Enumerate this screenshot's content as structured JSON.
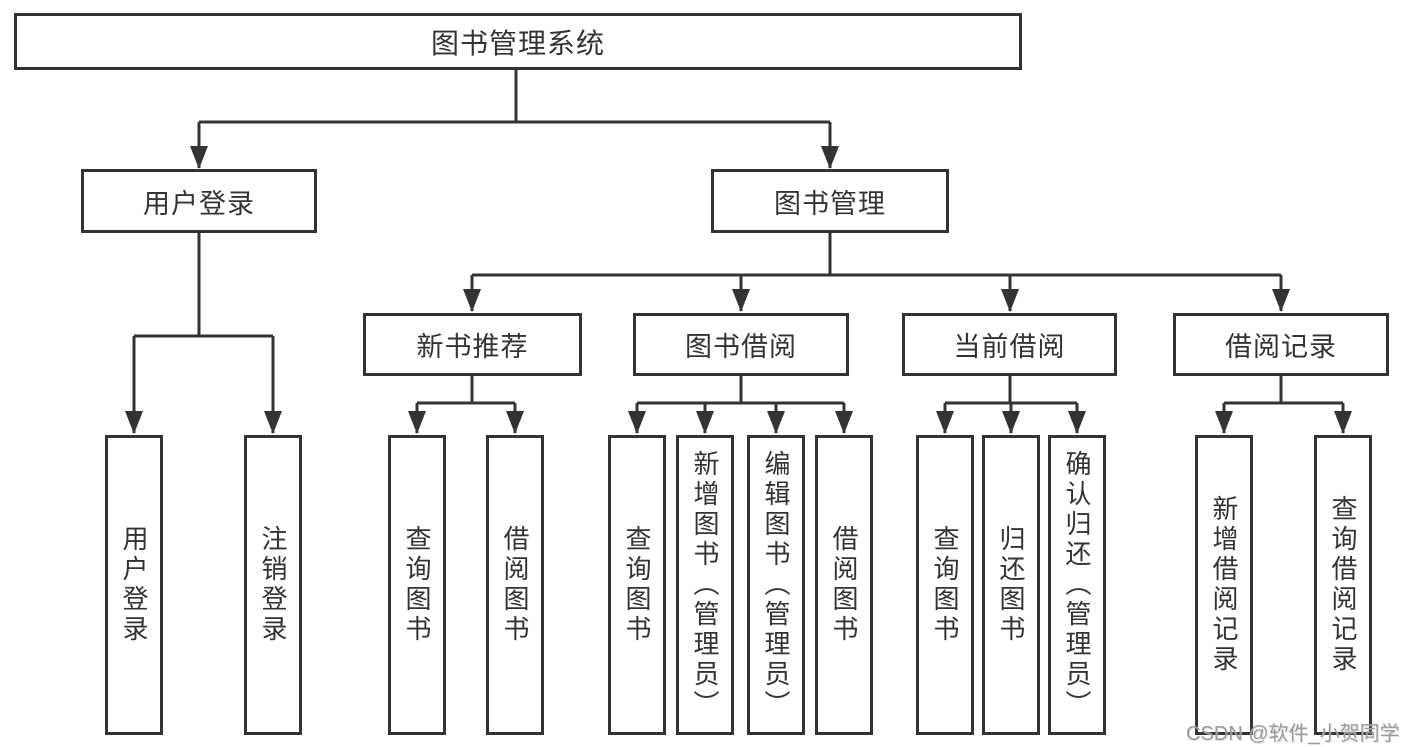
{
  "diagram": {
    "root": "图书管理系统",
    "level2": [
      "用户登录",
      "图书管理"
    ],
    "level3": [
      "新书推荐",
      "图书借阅",
      "当前借阅",
      "借阅记录"
    ],
    "leaves": {
      "user_login": [
        "用户登录",
        "注销登录"
      ],
      "new_book": [
        "查询图书",
        "借阅图书"
      ],
      "book_borrow": [
        "查询图书",
        "新增图书（管理员）",
        "编辑图书（管理员）",
        "借阅图书"
      ],
      "current_borrow": [
        "查询图书",
        "归还图书",
        "确认归还（管理员）"
      ],
      "borrow_records": [
        "新增借阅记录",
        "查询借阅记录"
      ]
    },
    "watermark": "CSDN @软件_小贺同学",
    "colors": {
      "line": "#333333",
      "text": "#333333",
      "background": "#ffffff",
      "watermark": "#9b9b9b"
    }
  }
}
